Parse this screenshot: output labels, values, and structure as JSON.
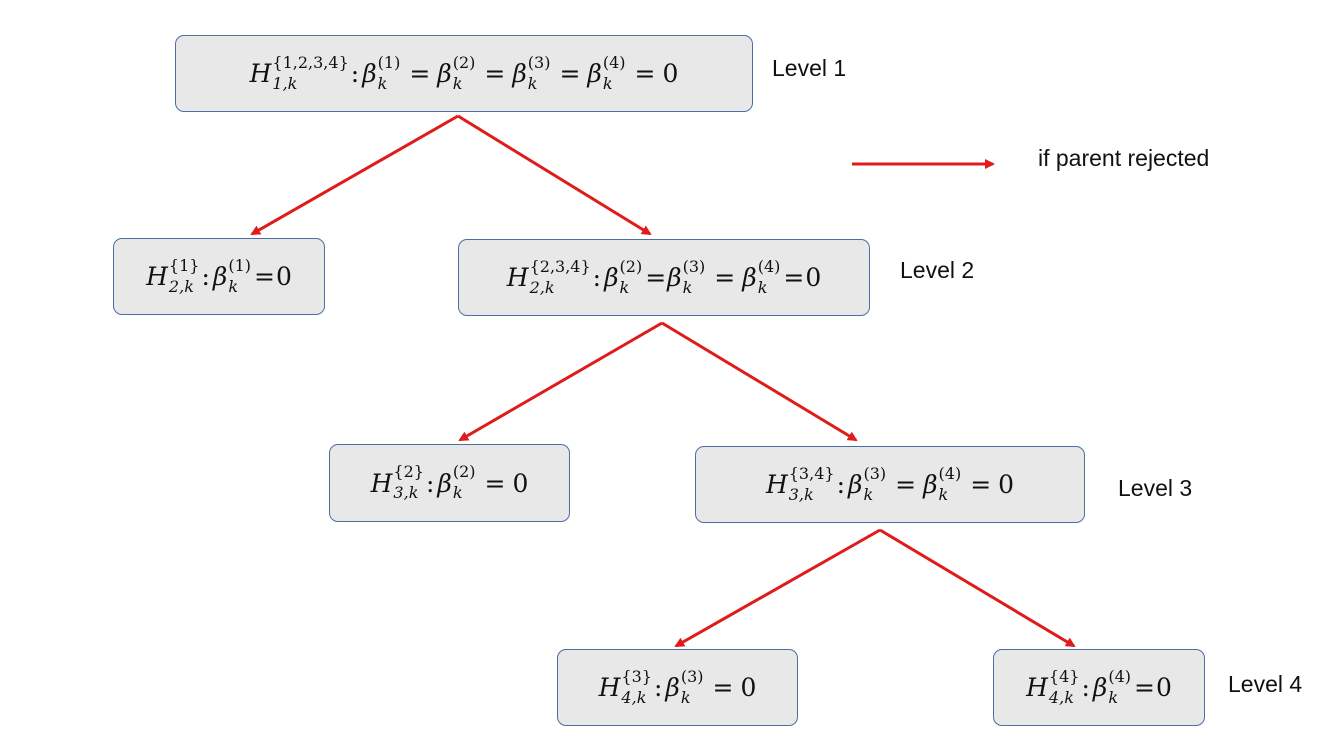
{
  "colors": {
    "edge": "#e01b1b",
    "node_fill": "#e8e8e8",
    "node_border": "#4a6fa5"
  },
  "legend": {
    "label": "if parent rejected"
  },
  "levels": {
    "l1": "Level 1",
    "l2": "Level 2",
    "l3": "Level 3",
    "l4": "Level 4"
  },
  "nodes": {
    "n1": {
      "H": "H",
      "beta": "β",
      "sup": "{1,2,3,4}",
      "sub": "1,k",
      "terms": [
        {
          "sup": "(1)",
          "sub": "k"
        },
        {
          "sup": "(2)",
          "sub": "k"
        },
        {
          "sup": "(3)",
          "sub": "k"
        },
        {
          "sup": "(4)",
          "sub": "k"
        }
      ],
      "eq": "=",
      "zero": "0"
    },
    "n2a": {
      "H": "H",
      "beta": "β",
      "sup": "{1}",
      "sub": "2,k",
      "terms": [
        {
          "sup": "(1)",
          "sub": "k"
        }
      ],
      "eq": "=",
      "zero": "0"
    },
    "n2b": {
      "H": "H",
      "beta": "β",
      "sup": "{2,3,4}",
      "sub": "2,k",
      "terms": [
        {
          "sup": "(2)",
          "sub": "k"
        },
        {
          "sup": "(3)",
          "sub": "k"
        },
        {
          "sup": "(4)",
          "sub": "k"
        }
      ],
      "eq": "=",
      "zero": "0"
    },
    "n3a": {
      "H": "H",
      "beta": "β",
      "sup": "{2}",
      "sub": "3,k",
      "terms": [
        {
          "sup": "(2)",
          "sub": "k"
        }
      ],
      "eq": "=",
      "zero": "0"
    },
    "n3b": {
      "H": "H",
      "beta": "β",
      "sup": "{3,4}",
      "sub": "3,k",
      "terms": [
        {
          "sup": "(3)",
          "sub": "k"
        },
        {
          "sup": "(4)",
          "sub": "k"
        }
      ],
      "eq": "=",
      "zero": "0"
    },
    "n4a": {
      "H": "H",
      "beta": "β",
      "sup": "{3}",
      "sub": "4,k",
      "terms": [
        {
          "sup": "(3)",
          "sub": "k"
        }
      ],
      "eq": "=",
      "zero": "0"
    },
    "n4b": {
      "H": "H",
      "beta": "β",
      "sup": "{4}",
      "sub": "4,k",
      "terms": [
        {
          "sup": "(4)",
          "sub": "k"
        }
      ],
      "eq": "=",
      "zero": "0"
    }
  }
}
